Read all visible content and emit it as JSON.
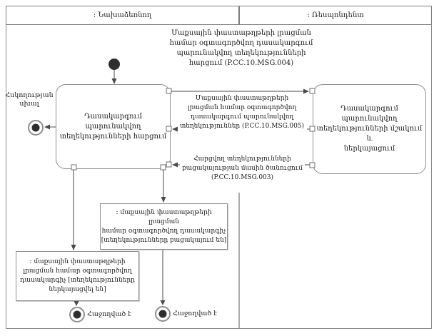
{
  "colors": {
    "line": "#4a4a4a",
    "box_border": "#8f8f8f",
    "node_fill": "#2e2e2e",
    "background": "#ffffff",
    "text": "#1c1c1c"
  },
  "lanes": {
    "initiator": ": Նախաձեռնող",
    "respondent": ": Ռեսպոնդենտ"
  },
  "messages": {
    "msg004": "Մաքսային փաստաթղթերի լրացման\nհամար օգտագործվող դասակարգում\nպարունակվող տեղեկությունների\nհարցում (P.CC.10.MSG.004)",
    "msg005": "Մաքսային փաստաթղթերի\nլրացման համար օգտագործվող\nդասակարգում պարունակվող\nտեղեկություններ (P.CC.10.MSG.005)",
    "msg003": "Հարցվող տեղեկությունների\nբացակայության մասին ծանուցում\n(P.CC.10.MSG.003)"
  },
  "activities": {
    "request": "Դասակարգում\nպարունակվող\nտեղեկությունների հարցում",
    "process": "Դասակարգում\nպարունակվող\nտեղեկությունների մշակում և\nներկայացում"
  },
  "objects": {
    "missing": ": մաքսային փաստաթղթերի լրացման\nհամար օգտագործվող դասակարգիչ\n[տեղեկությունները բացակայում են]",
    "presented": ": մաքսային փաստաթղթերի\nլրացման համար օգտագործվող\nդասակարգիչ [տեղեկությունները\nներկայացվել են]"
  },
  "terminals": {
    "control_error": "Հսկողության\nսխալ",
    "success_left": "Հաջողված է",
    "success_right": "Հաջողված է"
  }
}
